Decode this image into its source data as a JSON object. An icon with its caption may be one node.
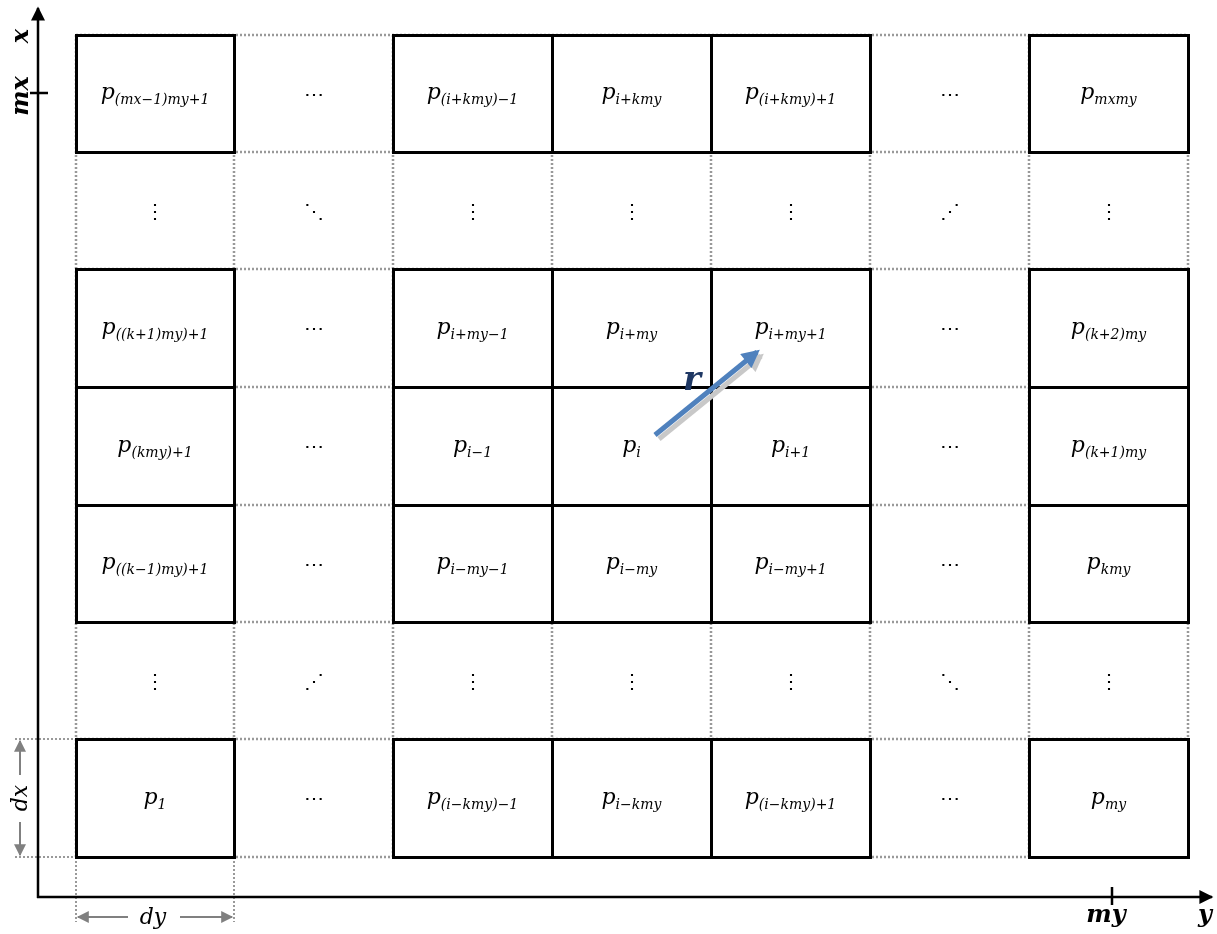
{
  "diagram": {
    "nodes": [
      {
        "text": [
          "p$_{(mx−1)my+1}$"
        ]
      },
      {
        "text": [
          "p$_{(i+kmy)−1}$"
        ]
      },
      {
        "text": [
          "p$_{i+kmy}$"
        ]
      },
      {
        "text": [
          "p$_{(i+kmy)+1}$"
        ]
      },
      {
        "text": [
          "p$_{mxmy}$"
        ]
      },
      {
        "text": [
          "p$_{((k+1)my)+1}$"
        ]
      },
      {
        "text": [
          "p$_{i+my−1}$"
        ]
      },
      {
        "text": [
          "p$_{i+my}$"
        ]
      },
      {
        "text": [
          "p$_{i+my+1}$"
        ]
      },
      {
        "text": [
          "p$_{(k+2)my}$"
        ]
      },
      {
        "text": [
          "p$_{(kmy)+1}$"
        ]
      },
      {
        "text": [
          "p$_{i−1}$"
        ]
      },
      {
        "text": [
          "p$_{i}$"
        ]
      },
      {
        "text": [
          "p$_{i+1}$"
        ]
      },
      {
        "text": [
          "p$_{(k+1)my}$"
        ]
      },
      {
        "text": [
          "p$_{((k−1)my)+1}$"
        ]
      },
      {
        "text": [
          "p$_{i−my−1}$"
        ]
      },
      {
        "text": [
          "p$_{i−my}$"
        ]
      },
      {
        "text": [
          "p$_{i−my+1}$"
        ]
      },
      {
        "text": [
          "p$_{kmy}$"
        ]
      },
      {
        "text": [
          "p$_{1}$"
        ]
      },
      {
        "text": [
          "p$_{(i−kmy)−1}$"
        ]
      },
      {
        "text": [
          "p$_{i−kmy}$"
        ]
      },
      {
        "text": [
          "p$_{(i−kmy)+1}$"
        ]
      },
      {
        "text": [
          "p$_{my}$"
        ]
      }
    ],
    "edges": [
      {
        "from": 12,
        "to": 8,
        "arrow": "to",
        "label": "r",
        "color": "#4f81bd"
      }
    ],
    "labels": [
      "x",
      "mx",
      "⋯",
      "⋯",
      "⋮",
      "⋱",
      "⋮",
      "⋮",
      "⋮",
      "⋰",
      "⋮",
      "⋯",
      "⋯",
      "⋯",
      "⋯",
      "⋯",
      "⋯",
      "⋮",
      "⋰",
      "⋮",
      "⋮",
      "⋮",
      "⋱",
      "⋮",
      "⋯",
      "⋯",
      "dx",
      "dy",
      "my",
      "y"
    ]
  }
}
